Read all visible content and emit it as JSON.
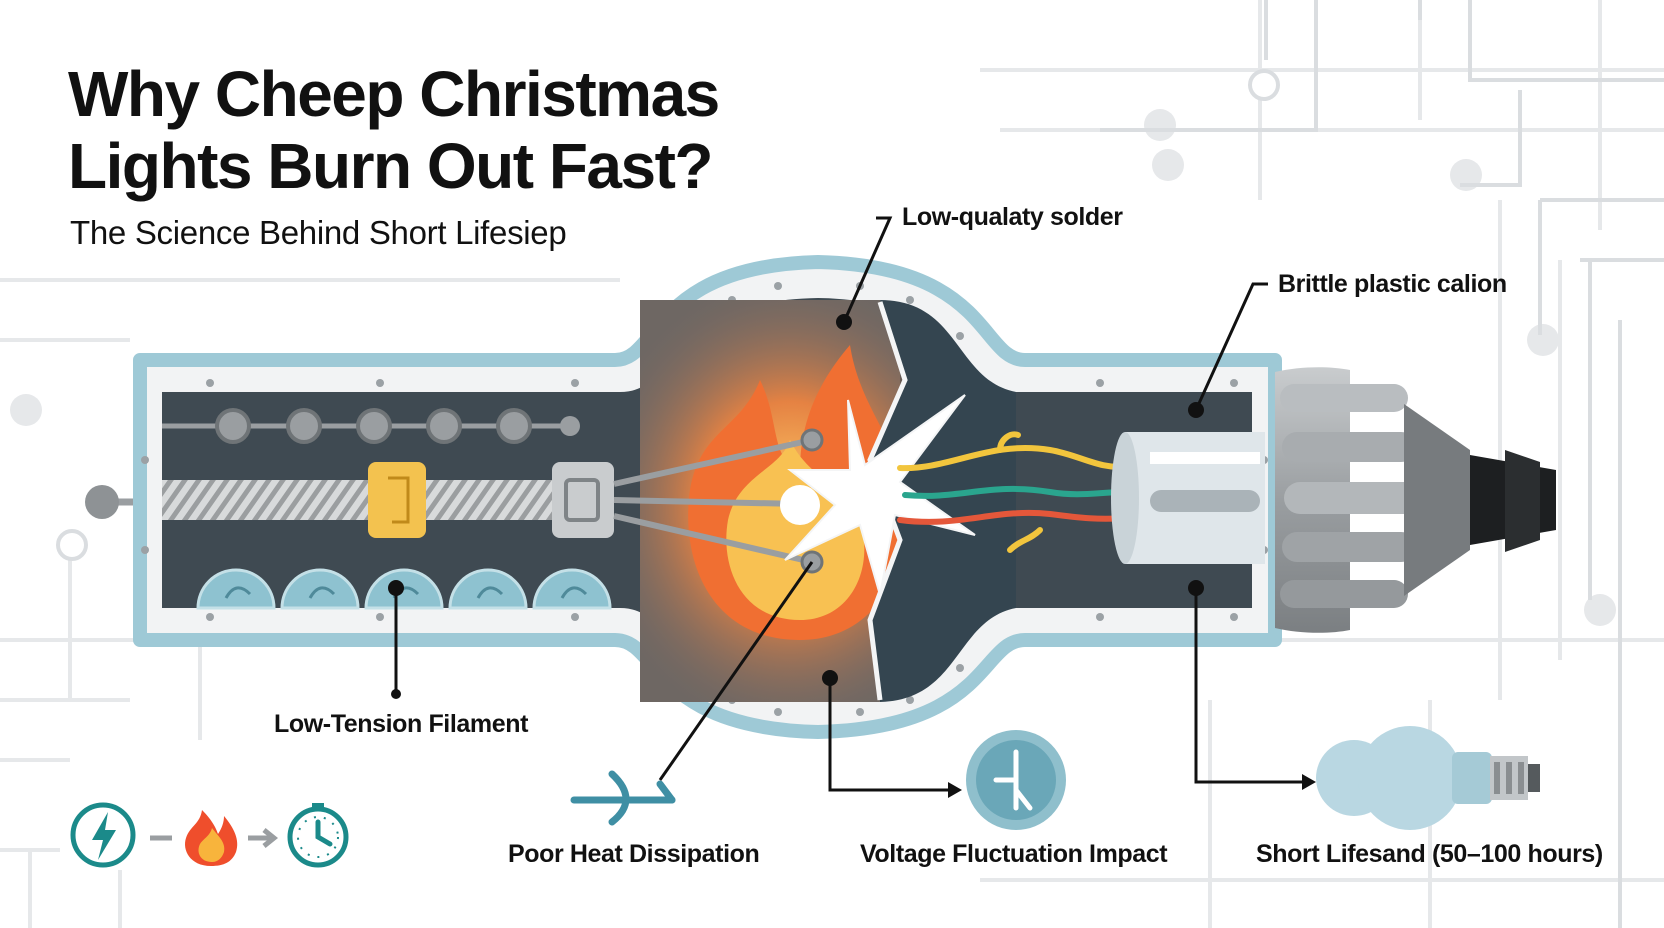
{
  "title": {
    "line1": "Why Cheep Christmas",
    "line2": "Lights Burn Out Fast?"
  },
  "subtitle": "The Science Behind Short Lifesiep",
  "callouts": {
    "solder": "Low-qualaty solder",
    "casing": "Brittle plastic calion",
    "filament": "Low-Tension Filament",
    "heat": "Poor Heat Dissipation",
    "voltage": "Voltage Fluctuation Impact",
    "lifespan": "Short Lifesand (50–100 hours)"
  },
  "legend": {
    "icons": [
      "lightning-icon",
      "flame-icon",
      "clock-icon"
    ],
    "separators": [
      "–",
      "→"
    ]
  },
  "colors": {
    "casing": "#9ec9d6",
    "interior": "#3f4a52",
    "flame": "#f0783c",
    "glow": "#f7c04a",
    "teal": "#1b8a8a",
    "wire_yellow": "#f2c53d",
    "wire_green": "#2aa58e",
    "wire_red": "#e4573a",
    "bulb": "#b9d7e2"
  }
}
